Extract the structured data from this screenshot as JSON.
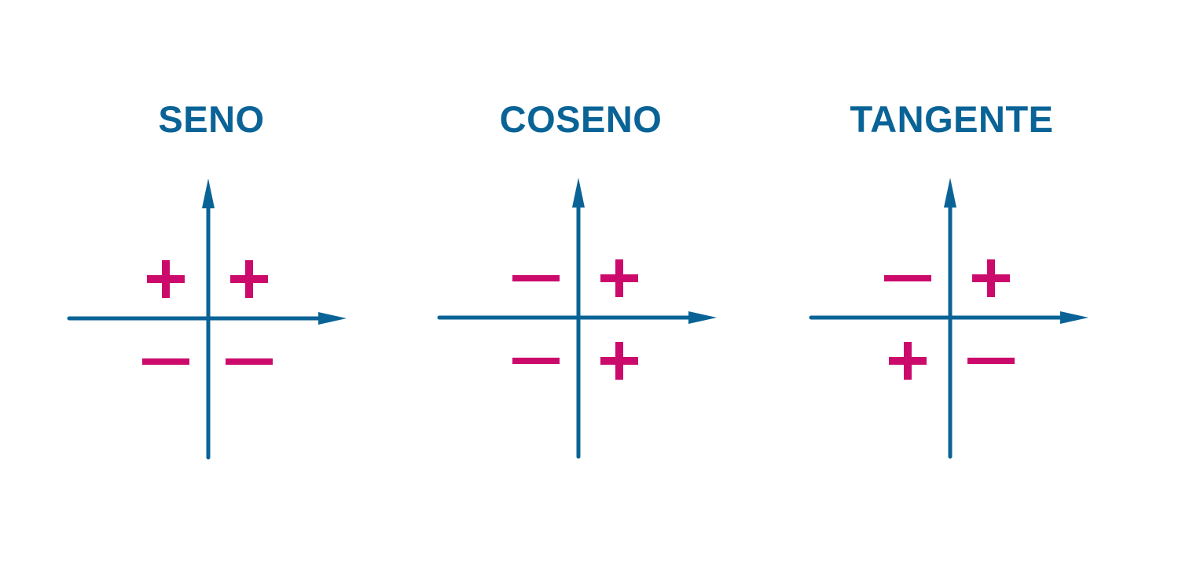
{
  "colors": {
    "axis": "#0a6396",
    "sign": "#cc0a6b",
    "title": "#0a6396",
    "background": "#ffffff"
  },
  "panels": [
    {
      "title": "SENO",
      "signs": {
        "q1": "+",
        "q2": "+",
        "q3": "−",
        "q4": "−"
      }
    },
    {
      "title": "COSENO",
      "signs": {
        "q1": "+",
        "q2": "−",
        "q3": "−",
        "q4": "+"
      }
    },
    {
      "title": "TANGENTE",
      "signs": {
        "q1": "+",
        "q2": "−",
        "q3": "+",
        "q4": "−"
      }
    }
  ]
}
